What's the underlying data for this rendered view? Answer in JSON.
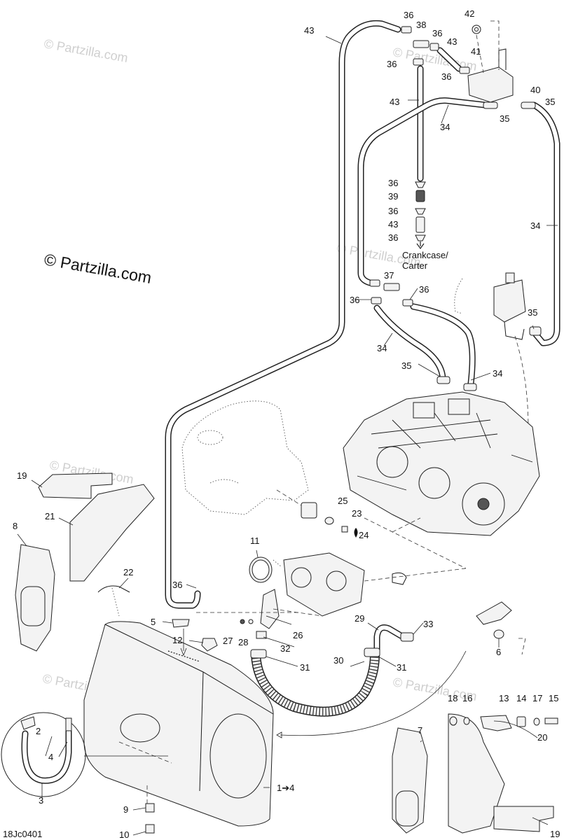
{
  "watermarks": {
    "main": "© Partzilla.com",
    "faint": "© Partzilla.com"
  },
  "image_code": "18Jc0401",
  "crankcase_label": {
    "line1": "Crankcase/",
    "line2": "Carter"
  },
  "callouts": {
    "c1": "1➔4",
    "c2": "2",
    "c3": "3",
    "c4": "4",
    "c5": "5",
    "c6": "6",
    "c7": "7",
    "c8": "8",
    "c9": "9",
    "c10": "10",
    "c11": "11",
    "c12": "12",
    "c13": "13",
    "c14": "14",
    "c15": "15",
    "c16": "16",
    "c17": "17",
    "c18": "18",
    "c19": "19",
    "c20": "20",
    "c21": "21",
    "c22": "22",
    "c23": "23",
    "c24": "24",
    "c25": "25",
    "c26": "26",
    "c27": "27",
    "c28": "28",
    "c29": "29",
    "c30": "30",
    "c31": "31",
    "c32": "32",
    "c33": "33",
    "c34": "34",
    "c35": "35",
    "c36": "36",
    "c37": "37",
    "c38": "38",
    "c39": "39",
    "c40": "40",
    "c41": "41",
    "c42": "42",
    "c43": "43"
  },
  "colors": {
    "ink": "#1a1a1a",
    "watermark": "#cfcfcf",
    "background": "#ffffff"
  }
}
